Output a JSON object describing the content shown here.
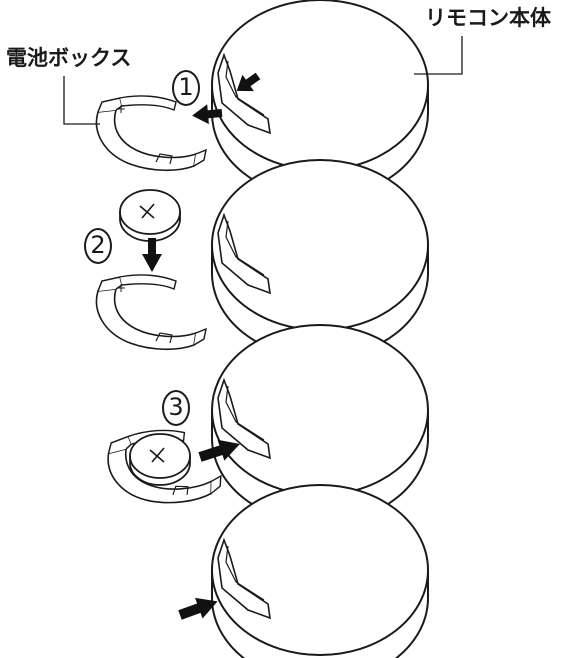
{
  "labels": {
    "remote_body": "リモコン本体",
    "battery_box": "電池ボックス"
  },
  "steps": [
    {
      "number": "1"
    },
    {
      "number": "2"
    },
    {
      "number": "3"
    }
  ],
  "battery_mark": "+",
  "colors": {
    "line": "#1a1a1a",
    "arrow": "#111111",
    "background": "#ffffff"
  },
  "icons": [
    "remote-body-icon",
    "battery-box-icon",
    "coin-battery-icon",
    "arrow-icon"
  ]
}
